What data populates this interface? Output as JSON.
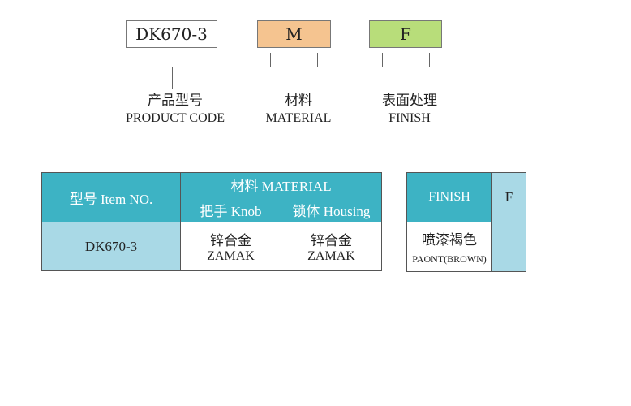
{
  "code_boxes": {
    "product": "DK670-3",
    "material": "M",
    "finish": "F"
  },
  "labels": {
    "product_zh": "产品型号",
    "product_en": "PRODUCT CODE",
    "material_zh": "材料",
    "material_en": "MATERIAL",
    "finish_zh": "表面处理",
    "finish_en": "FINISH"
  },
  "material_table": {
    "item_header": "型号 Item NO.",
    "material_header": "材料 MATERIAL",
    "knob_header": "把手 Knob",
    "housing_header": "锁体 Housing",
    "item_value": "DK670-3",
    "knob_zh": "锌合金",
    "knob_en": "ZAMAK",
    "housing_zh": "锌合金",
    "housing_en": "ZAMAK"
  },
  "finish_table": {
    "header": "FINISH",
    "code": "F",
    "value_zh": "喷漆褐色",
    "value_en": "PAONT(BROWN)"
  },
  "colors": {
    "teal": "#3db3c4",
    "light_blue": "#a9d9e6",
    "material_box": "#f5c490",
    "finish_box": "#b8dd7a"
  }
}
